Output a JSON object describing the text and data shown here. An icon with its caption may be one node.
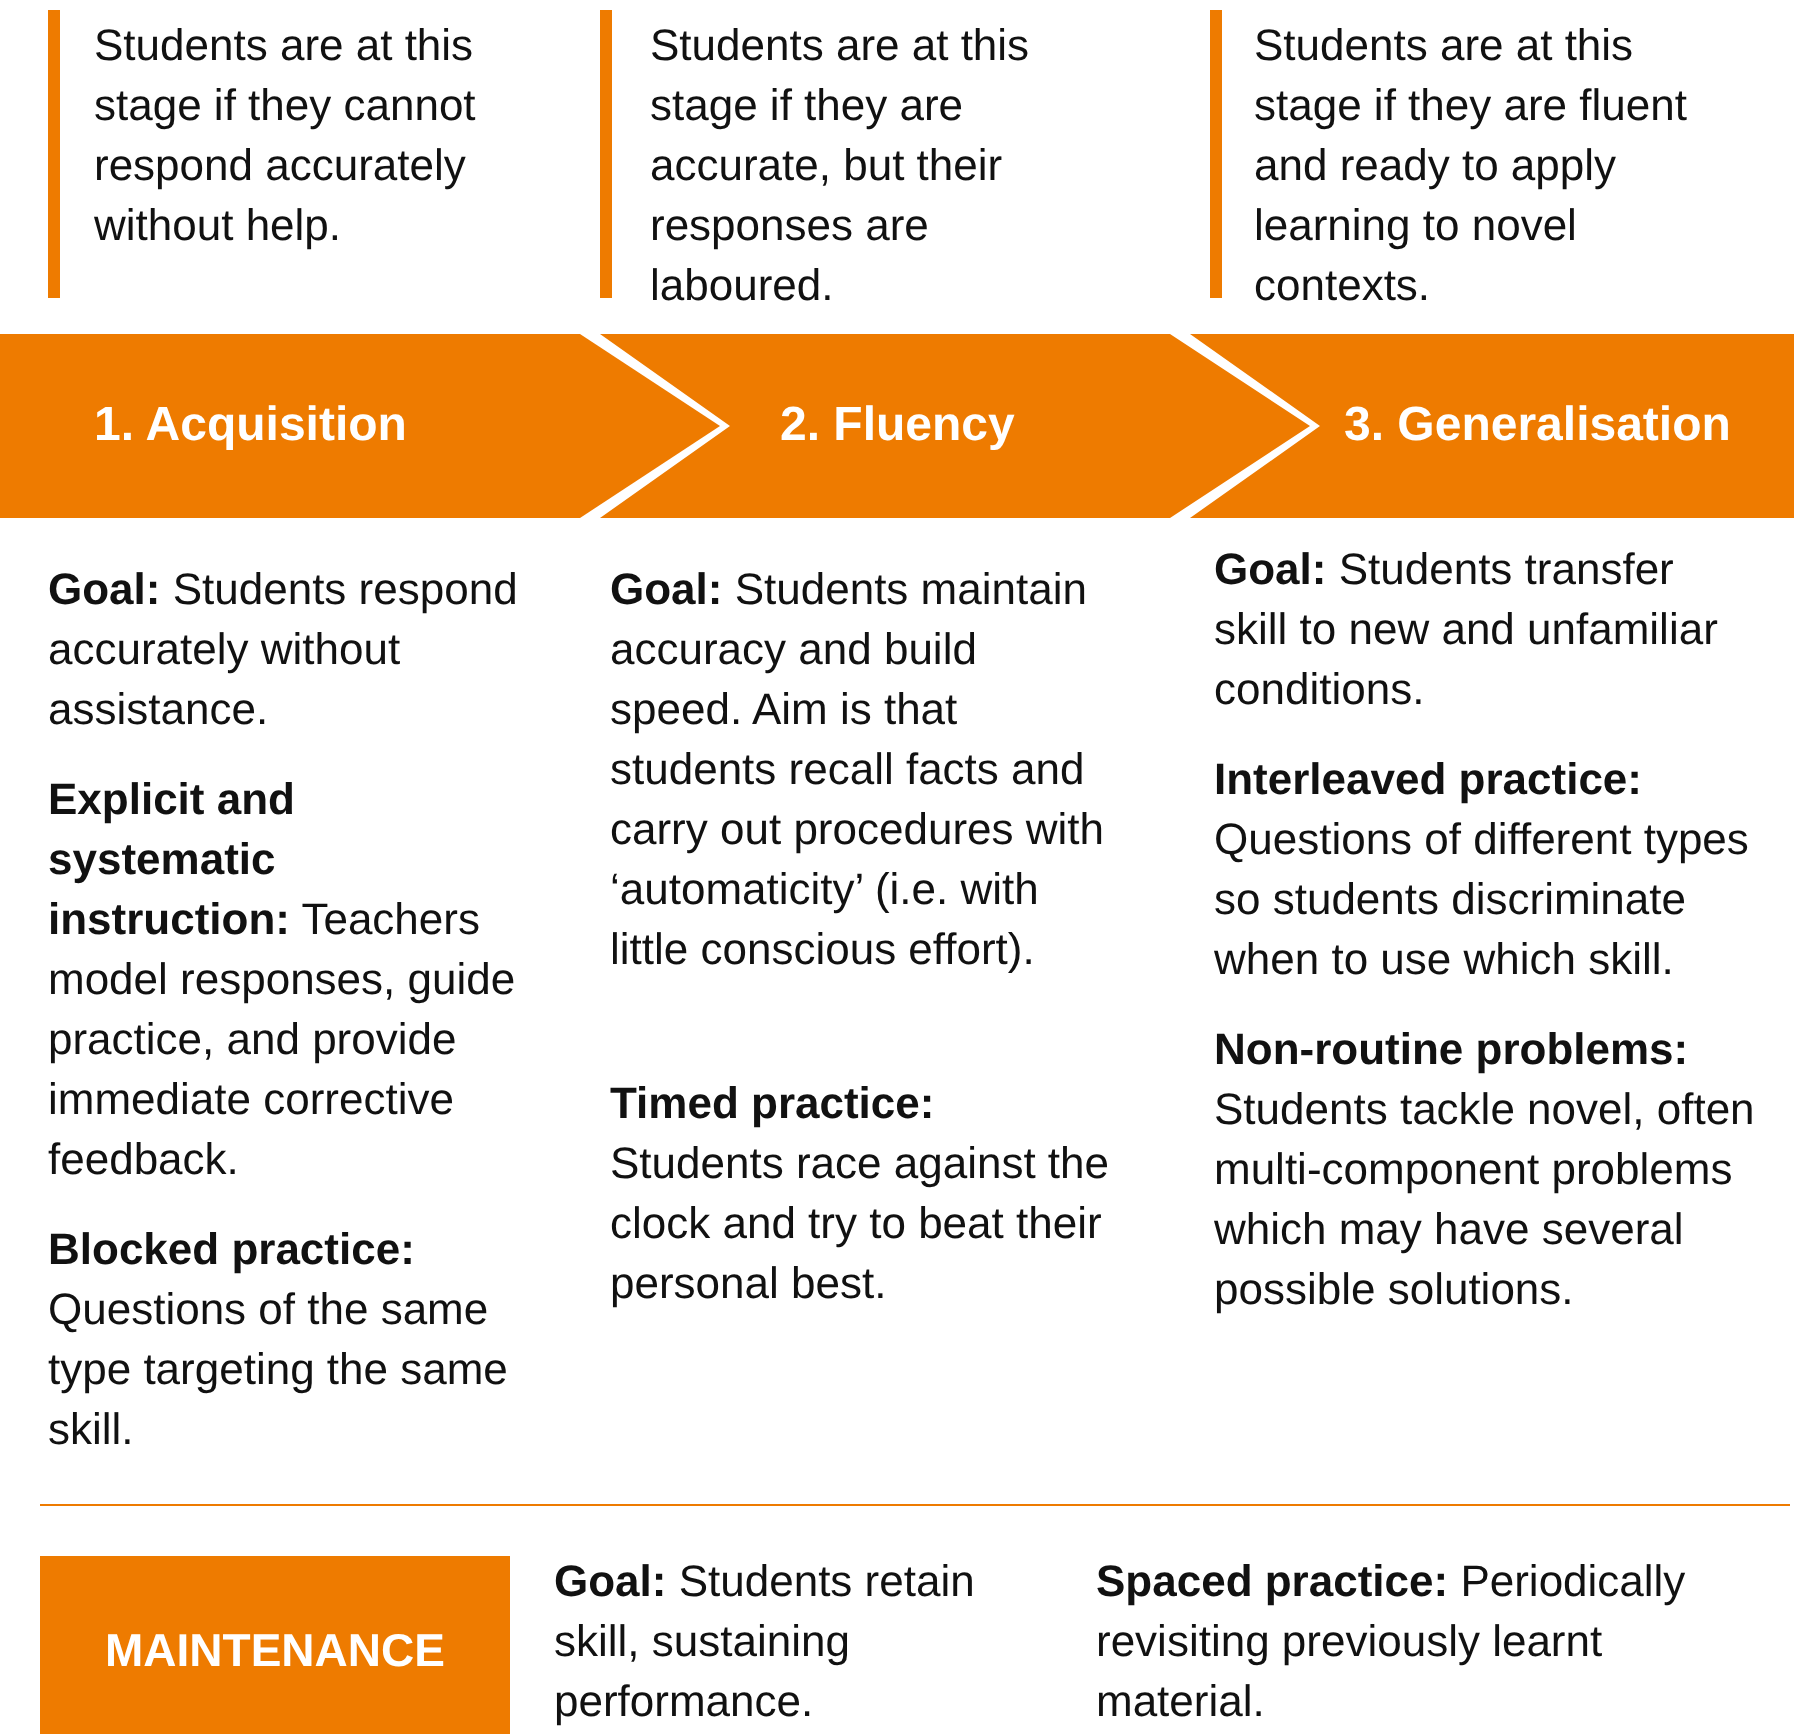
{
  "diagram": {
    "nodes": [
      {
        "text": [
          "1. Acquisition"
        ],
        "beside": [
          "Students are at this stage if they cannot respond accurately without help.",
          "**Goal:** Students respond accurately without assistance.",
          "**Explicit and systematic instruction:** Teachers model responses, guide practice, and provide immediate corrective feedback.",
          "**Blocked practice:** Questions of the same type targeting the same skill."
        ]
      },
      {
        "text": [
          "2. Fluency"
        ],
        "beside": [
          "Students are at this stage if they are accurate, but their responses are laboured.",
          "**Goal:** Students maintain accuracy and build speed. Aim is that students recall facts and carry out procedures with ‘automaticity’ (i.e. with little conscious effort).",
          "**Timed practice:** Students race against the clock and try to beat their personal best."
        ]
      },
      {
        "text": [
          "3. Generalisation"
        ],
        "beside": [
          "Students are at this stage if they are fluent and ready to apply learning to novel contexts.",
          "**Goal:** Students transfer skill to new and unfamiliar conditions.",
          "**Interleaved practice:** Questions of different types so students discriminate when to use which skill.",
          "**Non-routine problems:** Students tackle novel, often multi-component problems which may have several possible solutions."
        ]
      },
      {
        "text": [
          "MAINTENANCE"
        ],
        "beside": [
          "**Goal:** Students retain skill, sustaining performance.",
          "**Spaced practice:** Periodically revisiting previously learnt material."
        ]
      }
    ]
  }
}
